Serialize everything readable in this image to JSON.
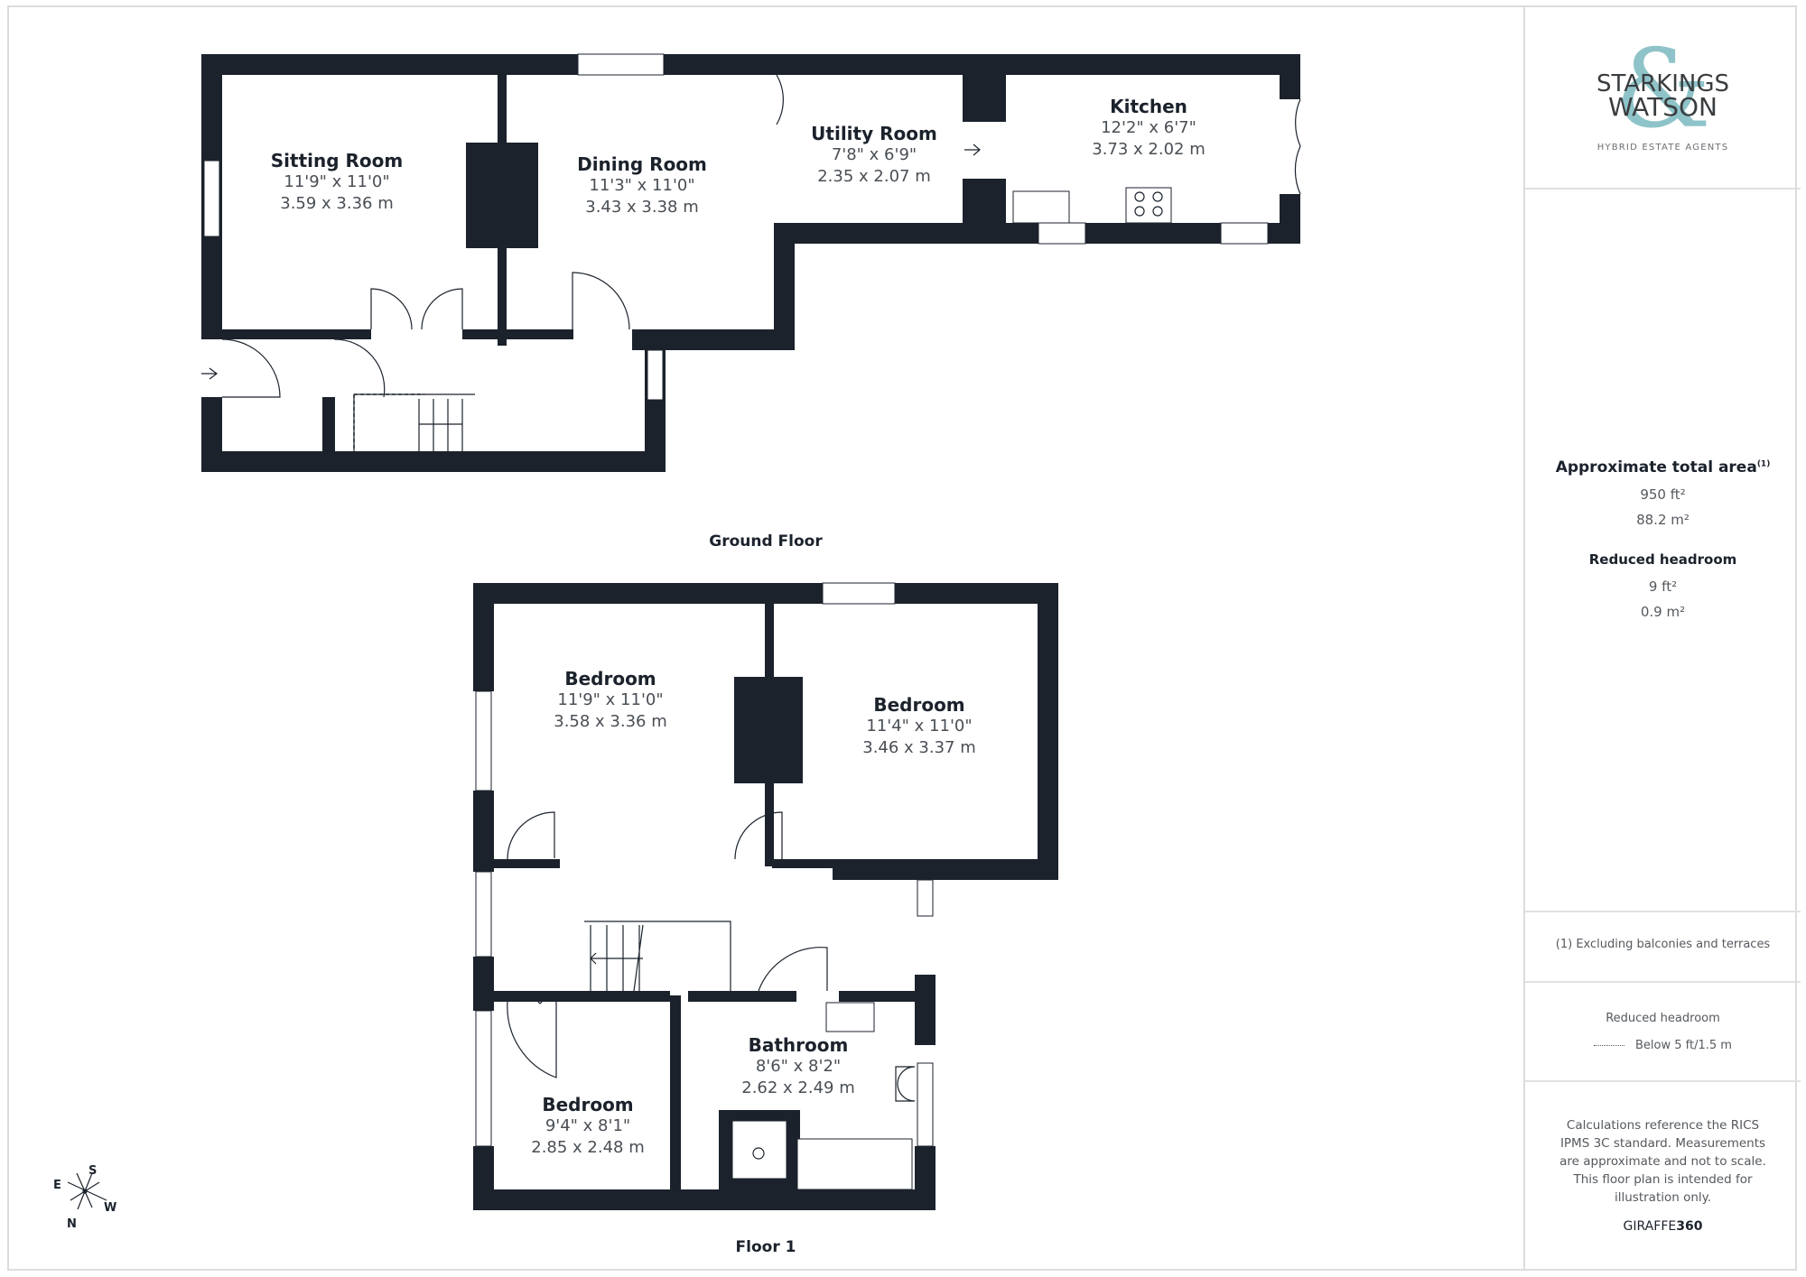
{
  "ground_floor": {
    "label": "Ground Floor",
    "rooms": [
      {
        "name": "Sitting Room",
        "imperial": "11'9\" x 11'0\"",
        "metric": "3.59 x 3.36 m"
      },
      {
        "name": "Dining Room",
        "imperial": "11'3\" x 11'0\"",
        "metric": "3.43 x 3.38 m"
      },
      {
        "name": "Utility Room",
        "imperial": "7'8\" x 6'9\"",
        "metric": "2.35 x 2.07 m"
      },
      {
        "name": "Kitchen",
        "imperial": "12'2\" x 6'7\"",
        "metric": "3.73 x 2.02 m"
      }
    ]
  },
  "floor_1": {
    "label": "Floor 1",
    "rooms": [
      {
        "name": "Bedroom",
        "imperial": "11'9\" x 11'0\"",
        "metric": "3.58 x 3.36 m"
      },
      {
        "name": "Bedroom",
        "imperial": "11'4\" x 11'0\"",
        "metric": "3.46 x 3.37 m"
      },
      {
        "name": "Bathroom",
        "imperial": "8'6\" x 8'2\"",
        "metric": "2.62 x 2.49 m"
      },
      {
        "name": "Bedroom",
        "imperial": "9'4\" x 8'1\"",
        "metric": "2.85 x 2.48 m"
      }
    ]
  },
  "compass": {
    "n": "N",
    "s": "S",
    "e": "E",
    "w": "W"
  },
  "sidebar": {
    "logo": {
      "line1": "STARKINGS",
      "line2": "WATSON",
      "ampersand": "&",
      "tagline": "HYBRID ESTATE AGENTS",
      "accent_color": "#8ec4c9"
    },
    "area": {
      "title": "Approximate total area",
      "footnote_marker": "(1)",
      "sqft": "950 ft²",
      "sqm": "88.2 m²",
      "reduced_title": "Reduced headroom",
      "reduced_sqft": "9 ft²",
      "reduced_sqm": "0.9 m²"
    },
    "footnote": "(1) Excluding balconies and terraces",
    "headroom_legend": {
      "title": "Reduced headroom",
      "label": "Below 5 ft/1.5 m"
    },
    "disclaimer": "Calculations reference the RICS IPMS 3C standard. Measurements are approximate and not to scale. This floor plan is intended for illustration only.",
    "brand": {
      "prefix": "GIRAFFE",
      "suffix": "360"
    }
  },
  "colors": {
    "wall": "#1b222c",
    "border": "#dcdcdc"
  }
}
